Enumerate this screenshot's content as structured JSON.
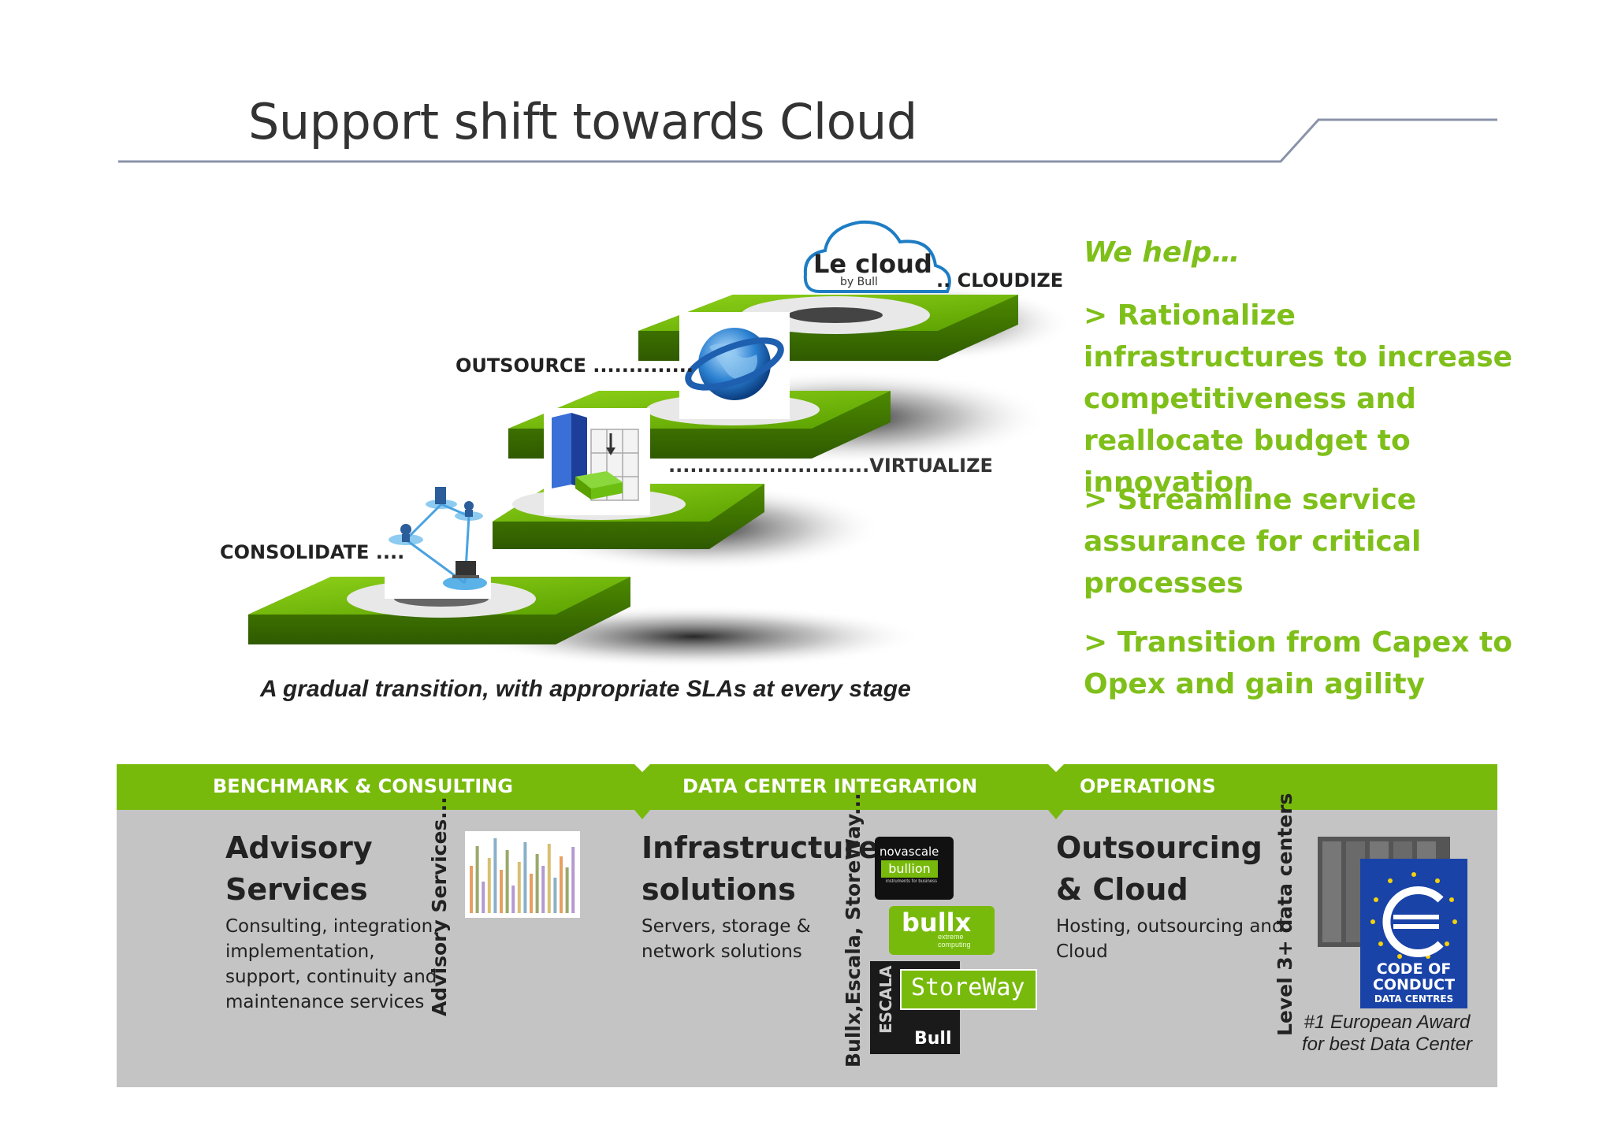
{
  "title": "Support shift towards Cloud",
  "steps": {
    "cloudize": ".. CLOUDIZE",
    "outsource": "OUTSOURCE ..............",
    "virtualize": "............................VIRTUALIZE",
    "consolidate": "CONSOLIDATE ...."
  },
  "cloud_logo": {
    "main": "Le cloud",
    "sub": "by Bull"
  },
  "caption": "A gradual transition, with appropriate SLAs at every stage",
  "help": {
    "title": "We help…",
    "points": [
      "> Rationalize infrastructures to increase competitiveness and reallocate budget to innovation",
      "> Streamline service assurance for critical processes",
      "> Transition from Capex to Opex and gain agility"
    ]
  },
  "bands": [
    {
      "header": "BENCHMARK & CONSULTING",
      "title_line1": "Advisory",
      "title_line2": "Services",
      "desc": [
        "Consulting, integration,",
        "implementation,",
        "support, continuity and",
        "maintenance services"
      ],
      "vertical": "Advisory Services..."
    },
    {
      "header": "DATA CENTER INTEGRATION",
      "title_line1": "Infrastructure",
      "title_line2": "solutions",
      "desc": [
        "Servers, storage &",
        "network solutions"
      ],
      "vertical": "Bullx,Escala, StoreWay..."
    },
    {
      "header": "OPERATIONS",
      "title_line1": "Outsourcing",
      "title_line2": "& Cloud",
      "desc": [
        "Hosting, outsourcing and",
        "Cloud"
      ],
      "vertical": "Level 3+ data centers"
    }
  ],
  "logos": {
    "novascale": "novascale",
    "bullion": "bullion",
    "bullion_sub": "instruments for business",
    "bullx": "bullx",
    "bullx_sub": "extreme computing",
    "escala": "ESCALA",
    "storeway": "StoreWay",
    "bull": "Bull",
    "code_line1": "CODE OF",
    "code_line2": "CONDUCT",
    "code_line3": "DATA CENTRES"
  },
  "award": {
    "line1": "#1 European Award",
    "line2": "for best Data Center"
  },
  "colors": {
    "green": "#78ba0c",
    "help_green": "#7fbf1a",
    "band_gray": "#c4c4c4",
    "title_rule": "#8a93a8"
  }
}
